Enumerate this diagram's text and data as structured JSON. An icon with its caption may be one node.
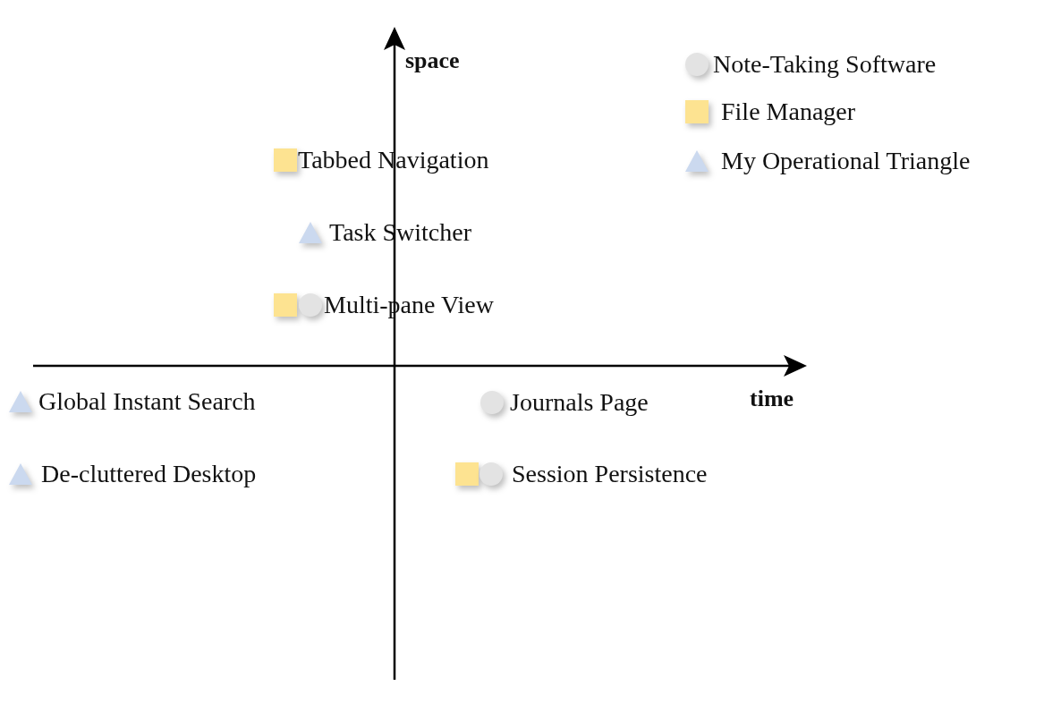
{
  "diagram": {
    "labels": [
      "space",
      "Tabbed Navigation",
      "Task Switcher",
      "Multi-pane View",
      "Global Instant Search",
      "Journals Page",
      "time",
      "De-cluttered Desktop",
      "Session Persistence"
    ],
    "legend": [
      {
        "text": "Note-Taking Software"
      },
      {
        "text": "File Manager"
      },
      {
        "text": "My Operational Triangle"
      }
    ]
  }
}
